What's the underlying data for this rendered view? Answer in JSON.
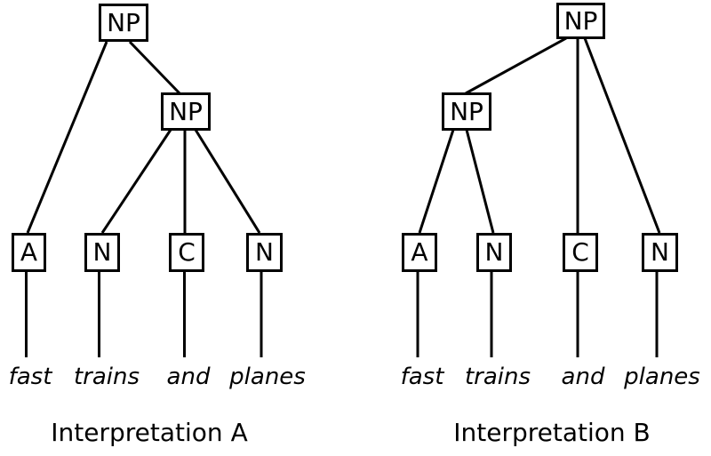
{
  "colors": {
    "background": "#ffffff",
    "line": "#000000",
    "text": "#000000"
  },
  "trees": [
    {
      "caption": "Interpretation A",
      "root_label": "NP",
      "inner_label": "NP",
      "leaves": [
        "A",
        "N",
        "C",
        "N"
      ],
      "words": [
        "fast",
        "trains",
        "and",
        "planes"
      ],
      "root_children": [
        "A",
        "NP"
      ],
      "inner_np_children": [
        "N",
        "C",
        "N"
      ]
    },
    {
      "caption": "Interpretation B",
      "root_label": "NP",
      "inner_label": "NP",
      "leaves": [
        "A",
        "N",
        "C",
        "N"
      ],
      "words": [
        "fast",
        "trains",
        "and",
        "planes"
      ],
      "root_children": [
        "NP",
        "C",
        "N"
      ],
      "inner_np_children": [
        "A",
        "N"
      ]
    }
  ]
}
